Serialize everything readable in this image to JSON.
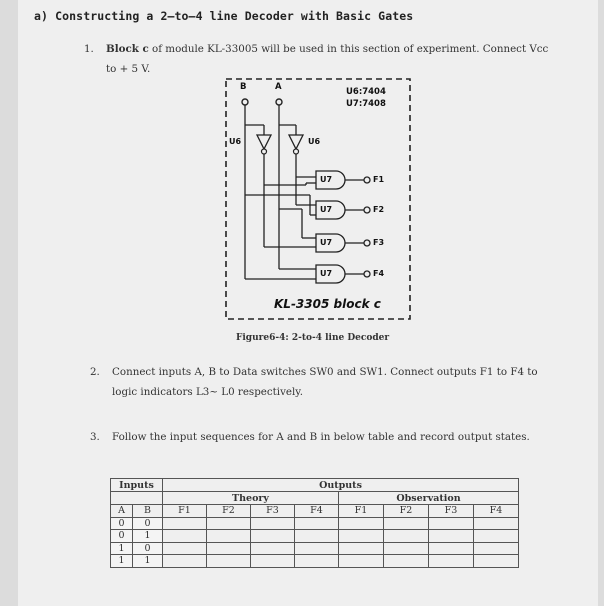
{
  "section": {
    "label": "a)",
    "title": "Constructing a 2–to–4 line Decoder with Basic Gates"
  },
  "steps": [
    {
      "number": "1.",
      "lead": "Block c",
      "text_line1": " of module KL-33005 will be used in this section of experiment. Connect Vcc",
      "text_line2": "to + 5 V."
    },
    {
      "number": "2.",
      "text_line1": "Connect inputs A, B to Data switches SW0 and SW1. Connect outputs F1 to F4 to",
      "text_line2": "logic indicators L3~ L0 respectively."
    },
    {
      "number": "3.",
      "text_line1": "Follow the input sequences for A and B in below table and record output states."
    }
  ],
  "figure": {
    "caption": "Figure6-4: 2-to-4 line Decoder",
    "block_name": "KL-3305 block c",
    "chips": "U6:7404",
    "chips2": "U7:7408",
    "input_b": "B",
    "input_a": "A",
    "inv_left": "U6",
    "inv_right": "U6",
    "gates": [
      "U7",
      "U7",
      "U7",
      "U7"
    ],
    "outputs": [
      "F1",
      "F2",
      "F3",
      "F4"
    ]
  },
  "table": {
    "group_inputs": "Inputs",
    "group_outputs": "Outputs",
    "sub_theory": "Theory",
    "sub_observation": "Observation",
    "col_a": "A",
    "col_b": "B",
    "theory_cols": [
      "F1",
      "F2",
      "F3",
      "F4"
    ],
    "obs_cols": [
      "F1",
      "F2",
      "F3",
      "F4"
    ],
    "rows": [
      {
        "a": "0",
        "b": "0"
      },
      {
        "a": "0",
        "b": "1"
      },
      {
        "a": "1",
        "b": "0"
      },
      {
        "a": "1",
        "b": "1"
      }
    ]
  }
}
